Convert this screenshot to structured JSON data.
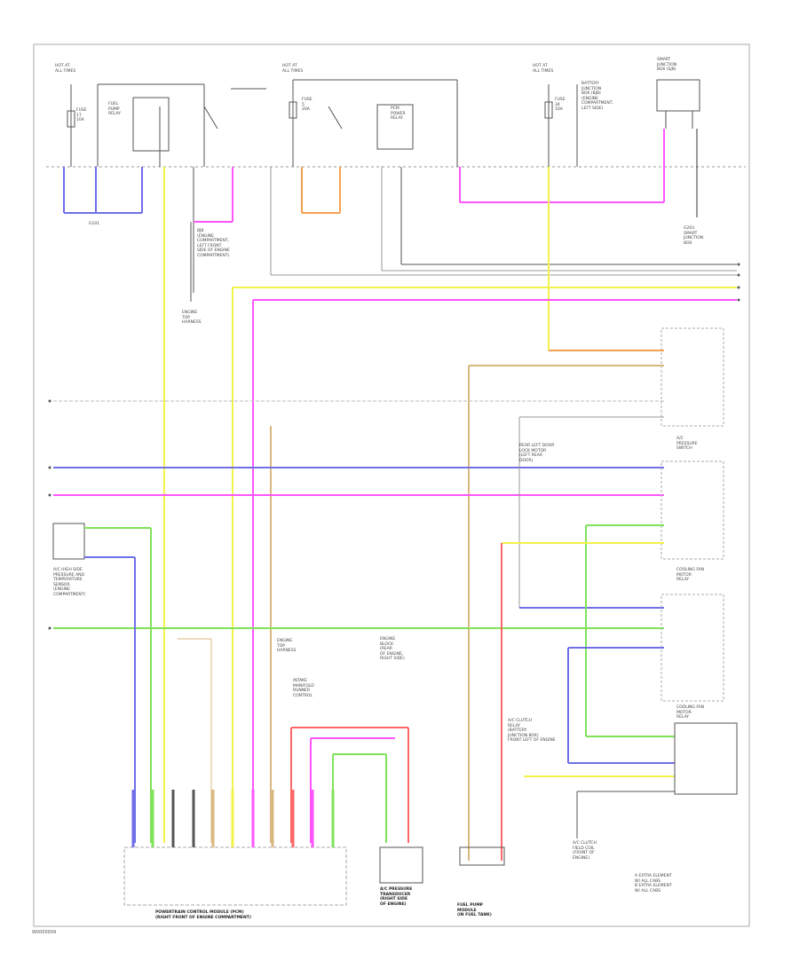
{
  "title": "",
  "footer_code": "W0000009",
  "labels": {
    "fuse_left": "HOT AT\nALL TIMES",
    "fuse_left_num": "FUSE\n17\n10A",
    "fuse_mid": "HOT AT\nALL TIMES",
    "fuse_mid_num": "FUSE\n5\n20A",
    "fuse_right": "HOT AT\nALL TIMES",
    "fuse_right_num": "FUSE\n34\n10A",
    "relay_top": "FUEL\nPUMP\nRELAY",
    "relay_pcm_top": "PCM\nPOWER\nRELAY",
    "battery_jb": "BATTERY\nJUNCTION\nBOX (BJB)\n(ENGINE\nCOMPARTMENT,\nLEFT SIDE)",
    "smart_jb": "SMART\nJUNCTION\nBOX (SJB)",
    "ground_left": "G101",
    "bjb_ref": "BJB\n(ENGINE\nCOMPARTMENT,\nLEFT FRONT\nSIDE OF ENGINE\nCOMPARTMENT)",
    "engine_ground": "ENGINE\nTOP\nHARNESS",
    "sjb_ground": "G203\nSMART\nJUNCTION\nBOX",
    "right_block_1": "A/C\nPRESSURE\nSWITCH",
    "right_block_2": "COOLING FAN\nMOTOR\nRELAY",
    "right_block_3": "COOLING FAN\nMOTOR\nRELAY",
    "c_left_sensor": "A/C HIGH SIDE\nPRESSURE AND\nTEMPERATURE\nSENSOR\n(ENGINE\nCOMPARTMENT)",
    "c_middle_note": "INTAKE\nMANIFOLD\nRUNNER\nCONTROL",
    "c_engine_ground": "ENGINE\nTOP\nHARNESS",
    "c_ground_note": "ENGINE\nBLOCK\n(REAR\nOF ENGINE,\nRIGHT SIDE)",
    "rear_note": "REAR LEFT DOOR\nLOCK MOTOR\n(LEFT REAR\nDOOR)",
    "mid_right_note": "A/C CLUTCH\nRELAY\n(BATTERY\nJUNCTION BOX)\nFRONT LEFT OF ENGINE",
    "pcm": "POWERTRAIN CONTROL MODULE (PCM)\n(RIGHT FRONT OF ENGINE COMPARTMENT)",
    "ac_clutch": "A/C PRESSURE\nTRANSDUCER\n(RIGHT SIDE\nOF ENGINE)",
    "fuel_pump": "FUEL PUMP\nMODULE\n(IN FUEL TANK)",
    "bottom_right_note": "A/C CLUTCH\nFIELD COIL\n(FRONT OF\nENGINE)",
    "legend": "A  EXTRA ELEMENT\n    W/ ALL CABS\nB  EXTRA ELEMENT\n    W/ ALL CABS"
  },
  "wire_colors": {
    "blue": "#6f6fe8",
    "violet": "#8e4fb8",
    "pink": "#ff55ff",
    "yellow": "#f2f24a",
    "green": "#7fe35a",
    "orange": "#f5a050",
    "tan": "#d8b880",
    "red": "#ff6666",
    "grey": "#9a9a9a",
    "black": "#333333"
  }
}
